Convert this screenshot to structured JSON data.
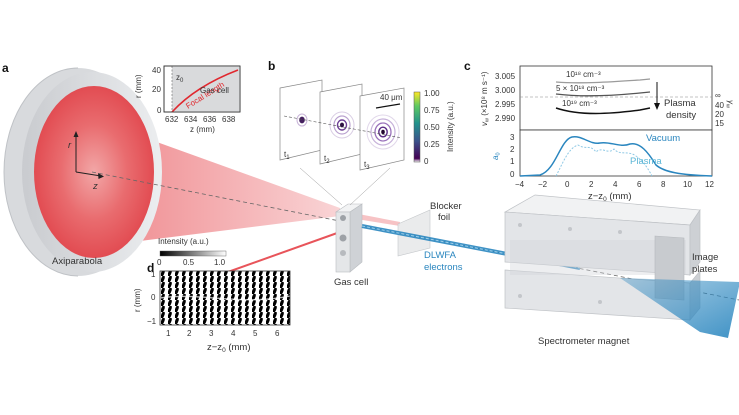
{
  "panel_labels": {
    "a": "a",
    "b": "b",
    "c": "c",
    "d": "d"
  },
  "colors": {
    "laser_red": "#e8545a",
    "electron_blue": "#2a86bf",
    "gas_cell_gray": "#e4e6e8",
    "magnet_gray": "#e9ebed",
    "plasma_teal": "#5bb6d6"
  },
  "scene": {
    "axiparabola": "Axiparabola",
    "axis_r": "r",
    "axis_z": "z",
    "gas_cell": "Gas cell",
    "blocker_line1": "Blocker",
    "blocker_line2": "foil",
    "dlwfa_line1": "DLWFA",
    "dlwfa_line2": "electrons",
    "image_line1": "Image",
    "image_line2": "plates",
    "spectrometer": "Spectrometer magnet"
  },
  "inset_a": {
    "ylabel": "r (mm)",
    "xlabel": "z (mm)",
    "yticks": [
      "40",
      "20",
      "0"
    ],
    "xticks": [
      "632",
      "634",
      "636",
      "638"
    ],
    "z0_label": "z",
    "z0_sub": "0",
    "focal_label": "Focal length",
    "gas_cell_label": "Gas cell"
  },
  "panel_b": {
    "frames": [
      {
        "t": "t",
        "sub": "1"
      },
      {
        "t": "t",
        "sub": "2"
      },
      {
        "t": "t",
        "sub": "3"
      }
    ],
    "scale_label": "40 μm",
    "colorbar_label": "Intensity (a.u.)",
    "colorbar_ticks": [
      "1.00",
      "0.75",
      "0.50",
      "0.25",
      "0"
    ]
  },
  "panel_c": {
    "ylabel_top": "v",
    "ylabel_top_sub": "w",
    "ylabel_top_unit": " (×10⁸ m s⁻¹)",
    "yticks_top": [
      "3.005",
      "3.000",
      "2.995",
      "2.990"
    ],
    "right_ticks": [
      "∞",
      "40",
      "20",
      "15"
    ],
    "right_label": "γ",
    "right_label_sub": "w",
    "density_labels": [
      "10¹⁸ cm⁻³",
      "5 × 10¹⁸ cm⁻³",
      "10¹⁹ cm⁻³"
    ],
    "density_annotation_line1": "Plasma",
    "density_annotation_line2": "density",
    "ylabel_bottom": "a",
    "ylabel_bottom_sub": "0",
    "yticks_bottom": [
      "3",
      "2",
      "1",
      "0"
    ],
    "legend_vacuum": "Vacuum",
    "legend_plasma": "Plasma",
    "xlabel": "z−z",
    "xlabel_sub": "0",
    "xlabel_unit": " (mm)",
    "xticks": [
      "−4",
      "−2",
      "0",
      "2",
      "4",
      "6",
      "8",
      "10",
      "12"
    ]
  },
  "panel_d": {
    "title": "Intensity (a.u.)",
    "colorbar_ticks": [
      "0",
      "0.5",
      "1.0"
    ],
    "ylabel": "r (mm)",
    "yticks": [
      "1",
      "0",
      "−1"
    ],
    "xlabel": "z−z",
    "xlabel_sub": "0",
    "xlabel_unit": " (mm)",
    "xticks": [
      "1",
      "2",
      "3",
      "4",
      "5",
      "6"
    ]
  }
}
